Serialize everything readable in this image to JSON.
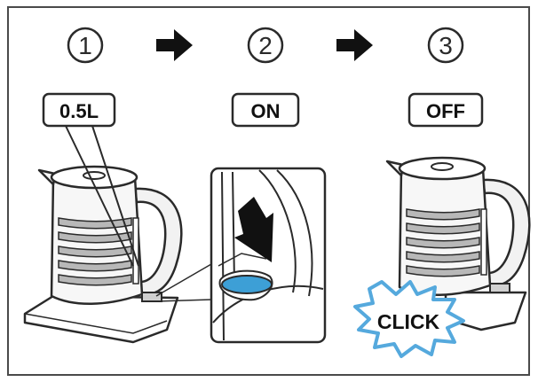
{
  "steps": [
    {
      "number": "1",
      "label": "0.5L"
    },
    {
      "number": "2",
      "label": "ON"
    },
    {
      "number": "3",
      "label": "OFF"
    }
  ],
  "burst_text": "CLICK",
  "icons": [
    "right-arrow-icon",
    "down-arrow-icon",
    "kettle-icon",
    "switch-icon",
    "click-burst-icon"
  ],
  "colors": {
    "line": "#2a2a2a",
    "switch": "#3d9fd6",
    "burst": "#55a9dd",
    "background": "#ffffff"
  }
}
